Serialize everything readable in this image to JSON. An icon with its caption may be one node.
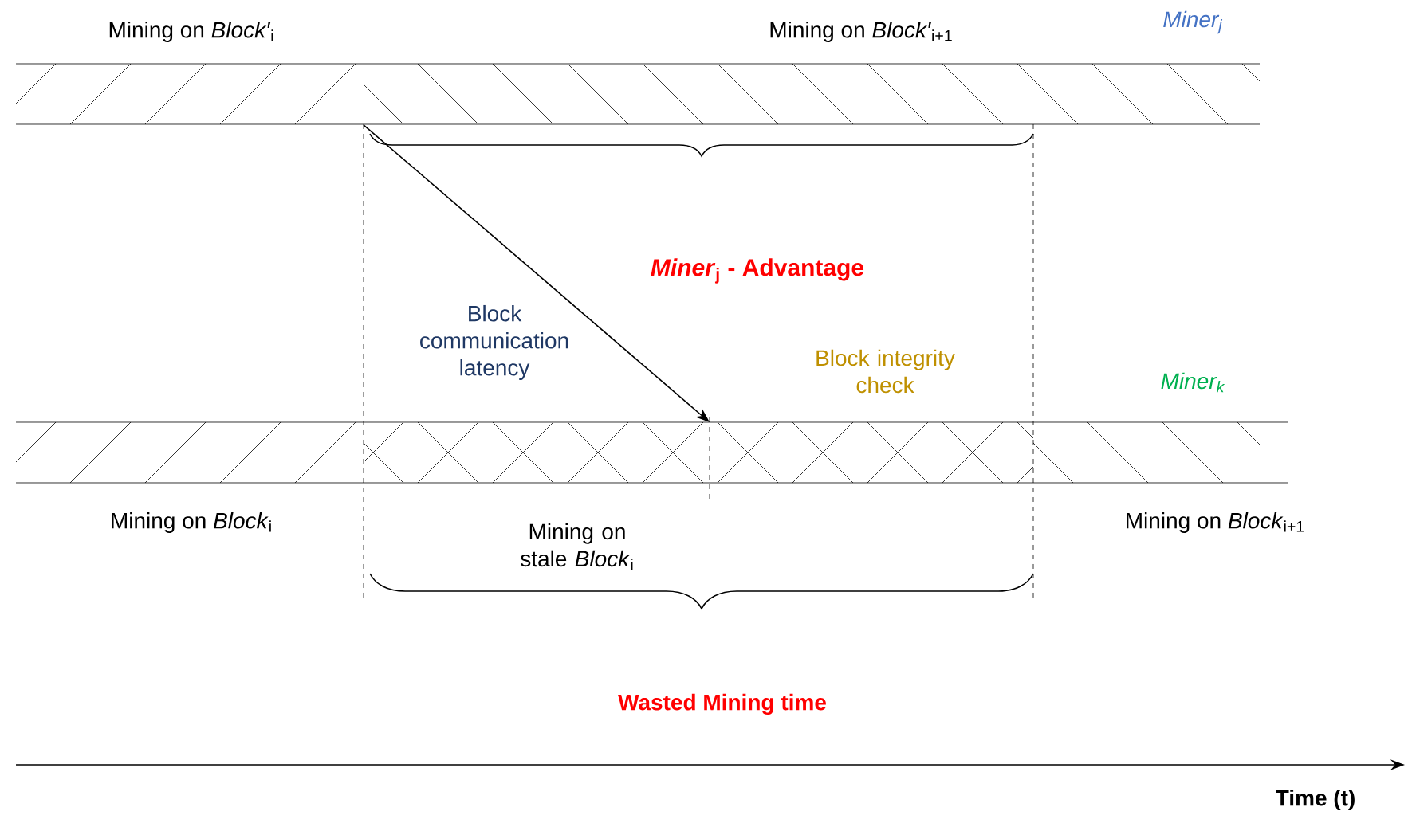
{
  "diagram": {
    "nodes": [
      {
        "text": [],
        "shape": "bar"
      },
      {
        "text": [],
        "shape": "bar"
      }
    ],
    "edges": [
      {
        "from": 0,
        "to": 1,
        "arrow": "to",
        "label": "Block communication latency"
      }
    ],
    "labels": [
      "Mining on *Block′*$_{i}$",
      "Mining on *Block′*$_{i+1}$",
      "Miner$_{j}$",
      "*Miner*$_{j}$ - Advantage",
      "Block integrity check",
      "Miner$_{k}$",
      "Mining on *Block*$_{i}$",
      "Mining on stale *Block*$_{i}$",
      "Mining on *Block*$_{i+1}$",
      "Wasted Mining time",
      "Time (t)"
    ]
  }
}
